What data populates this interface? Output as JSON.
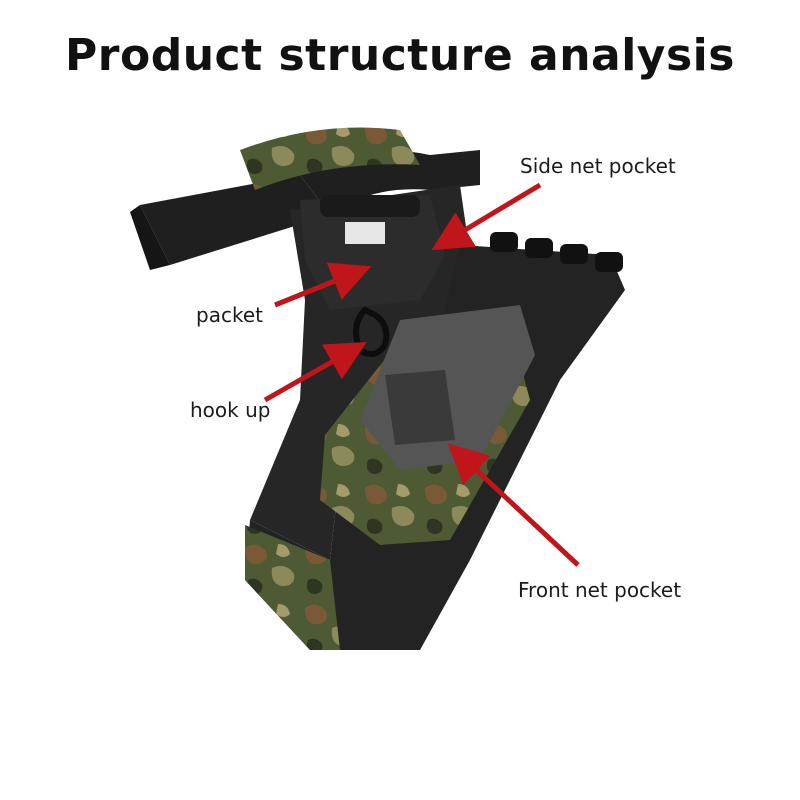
{
  "title": "Product structure analysis",
  "callouts": {
    "side_net_pocket": "Side net pocket",
    "packet": "packet",
    "hook_up": "hook up",
    "front_net_pocket": "Front net pocket"
  },
  "colors": {
    "arrow": "#c0151a",
    "fabric": "#262626",
    "camo_green": "#5b6b3a",
    "camo_brown": "#7a5a36"
  }
}
